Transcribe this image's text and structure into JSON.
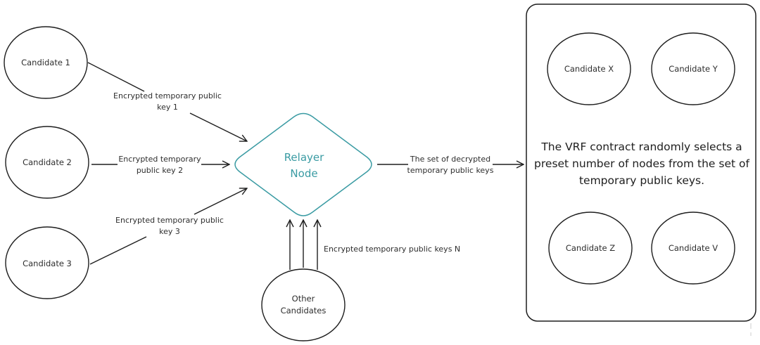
{
  "candidates": [
    {
      "label": "Candidate 1"
    },
    {
      "label": "Candidate 2"
    },
    {
      "label": "Candidate 3"
    }
  ],
  "other": {
    "label_line1": "Other",
    "label_line2": "Candidates"
  },
  "relayer": {
    "line1": "Relayer",
    "line2": "Node",
    "color": "#3a9ba3"
  },
  "edges": {
    "key1": {
      "line1": "Encrypted temporary public",
      "line2": "key 1"
    },
    "key2": {
      "line1": "Encrypted temporary",
      "line2": "public key 2"
    },
    "key3": {
      "line1": "Encrypted temporary public",
      "line2": "key 3"
    },
    "keysN": {
      "line1": "Encrypted temporary public keys N"
    },
    "decrypted": {
      "line1": "The set of decrypted",
      "line2": "temporary public keys"
    }
  },
  "selection_box": {
    "description": [
      "The VRF contract randomly selects a",
      "preset number of nodes from the set of",
      "temporary public keys."
    ],
    "selected": [
      {
        "label": "Candidate X"
      },
      {
        "label": "Candidate Y"
      },
      {
        "label": "Candidate Z"
      },
      {
        "label": "Candidate V"
      }
    ]
  }
}
